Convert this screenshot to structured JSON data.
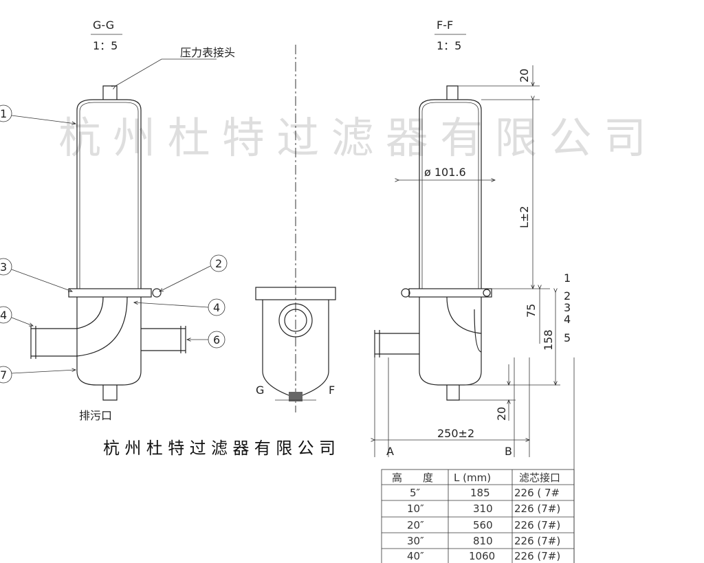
{
  "views": {
    "left": {
      "title": "G-G",
      "scale": "1：5",
      "gauge_label": "压力表接头",
      "drain_label": "排污口",
      "balloons": [
        "1",
        "3",
        "4",
        "7",
        "2",
        "4",
        "6"
      ]
    },
    "middle": {
      "left_mark": "G",
      "right_mark": "F"
    },
    "right": {
      "title": "F-F",
      "scale": "1：5",
      "dims": {
        "diameter": "ø 101.6",
        "length": "L±2",
        "top": "20",
        "flange": "75",
        "inlet": "158",
        "bottom": "20",
        "width": "250±2"
      },
      "marks": {
        "a": "A",
        "b": "B"
      },
      "balloons": [
        "1",
        "2",
        "3",
        "4",
        "5"
      ]
    }
  },
  "company": "杭州杜特过滤器有限公司",
  "watermark": "杭州杜特过滤器有限公司",
  "table": {
    "headers": [
      "高　　度",
      "L (mm)",
      "滤芯接口"
    ],
    "rows": [
      [
        "5″",
        "185",
        "226 ( 7#"
      ],
      [
        "10″",
        "310",
        "226 (7#)"
      ],
      [
        "20″",
        "560",
        "226 (7#)"
      ],
      [
        "30″",
        "810",
        "226 (7#)"
      ],
      [
        "40″",
        "1060",
        "226 (7#)"
      ]
    ]
  }
}
